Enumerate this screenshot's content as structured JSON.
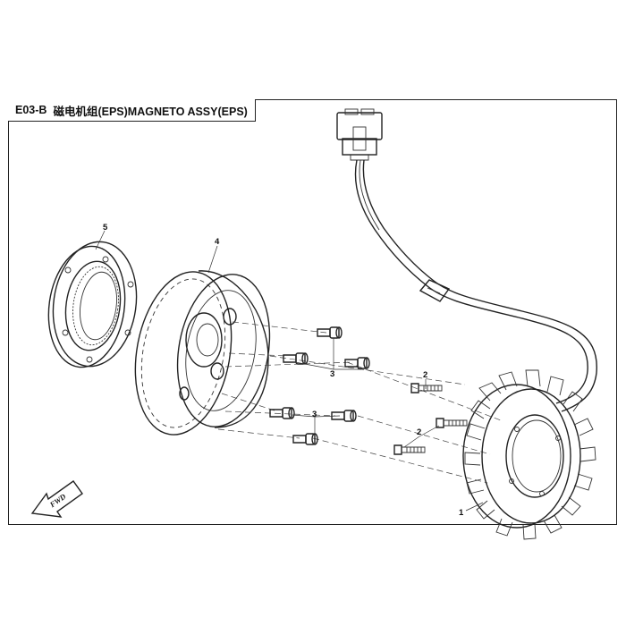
{
  "header": {
    "code": "E03-B",
    "title": "磁电机组(EPS)MAGNETO ASSY(EPS)"
  },
  "fwd_label": "FWD",
  "callouts": [
    {
      "id": "callout-1",
      "label": "1"
    },
    {
      "id": "callout-2-top",
      "label": "2"
    },
    {
      "id": "callout-2-bottom",
      "label": "2"
    },
    {
      "id": "callout-3-upper",
      "label": "3"
    },
    {
      "id": "callout-3-lower",
      "label": "3"
    },
    {
      "id": "callout-4",
      "label": "4"
    },
    {
      "id": "callout-5",
      "label": "5"
    }
  ],
  "colors": {
    "ink": "#222222",
    "frame": "#222222",
    "background": "#ffffff"
  }
}
